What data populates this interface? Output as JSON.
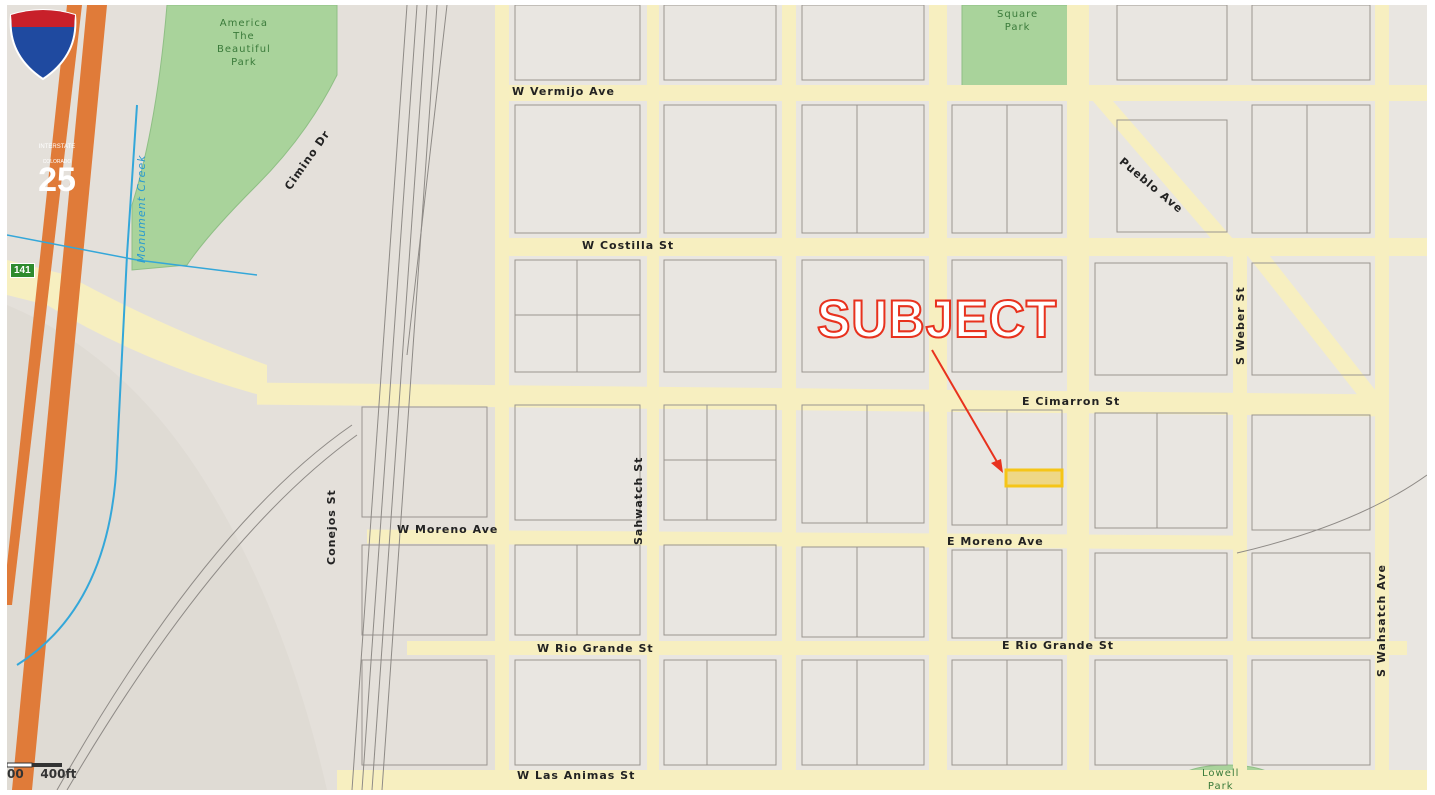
{
  "map": {
    "subject_label": "SUBJECT",
    "parks": {
      "america": "America\nThe\nBeautiful\nPark",
      "square": "Square\nPark",
      "lowell": "Lowell\nPark"
    },
    "streets": {
      "vermijo": "W Vermijo Ave",
      "costilla": "W Costilla St",
      "cimarron": "E Cimarron St",
      "w_moreno": "W Moreno Ave",
      "e_moreno": "E Moreno Ave",
      "w_rio_grande": "W Rio Grande St",
      "e_rio_grande": "E Rio Grande St",
      "las_animas": "W Las Animas St",
      "cimino": "Cimino Dr",
      "conejos": "Conejos St",
      "sahwatch": "Sahwatch St",
      "weber": "S Weber St",
      "wahsatch": "S Wahsatch Ave",
      "pueblo": "Pueblo Ave",
      "monument_creek": "Monument Creek"
    },
    "shields": {
      "interstate_top": "INTERSTATE",
      "interstate_state": "COLORADO",
      "interstate_num": "25",
      "state_route": "141"
    },
    "scale_text": "00    400ft",
    "colors": {
      "background": "#e9e6e1",
      "road": "#f7efc0",
      "block_edge": "#9a9590",
      "park": "#a9d39b",
      "freeway": "#e07b39",
      "subject": "#e8321e",
      "parcel": "#f5c518"
    }
  }
}
